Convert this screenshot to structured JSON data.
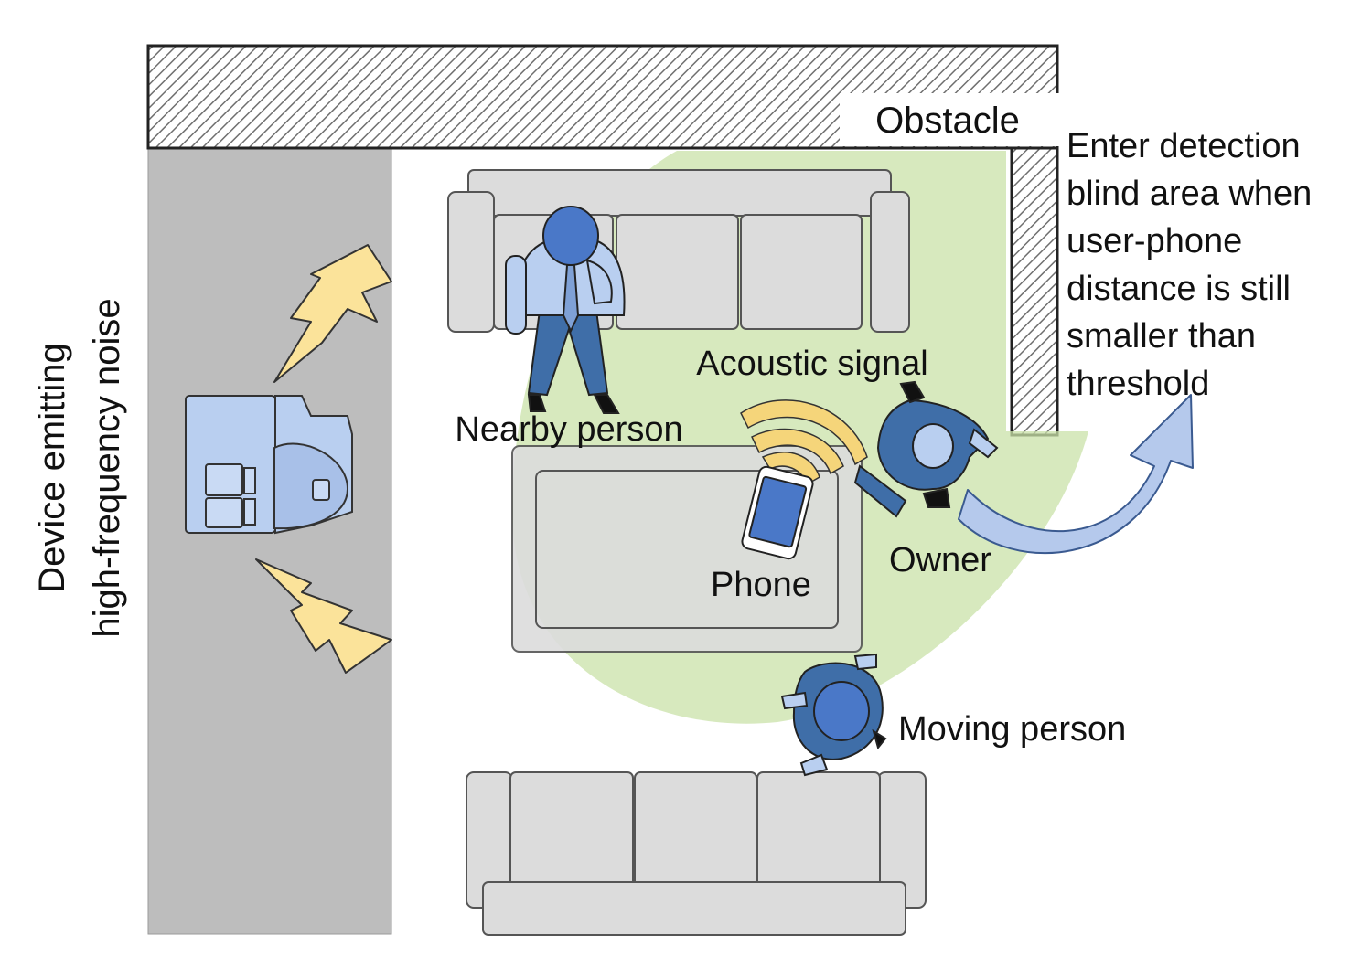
{
  "labels": {
    "obstacle": "Obstacle",
    "blind_area": [
      "Enter detection",
      "blind area when",
      "user-phone",
      "distance is still",
      "smaller than",
      "threshold"
    ],
    "acoustic_signal": "Acoustic signal",
    "nearby_person": "Nearby person",
    "owner": "Owner",
    "phone": "Phone",
    "moving_person": "Moving person",
    "noise_device": [
      "Device emitting",
      "high-frequency noise"
    ]
  },
  "colors": {
    "detection_zone": "#c9e2a8",
    "wall_hatch": "#777777",
    "corridor": "#bdbdbd",
    "furniture_fill": "#dcdcdc",
    "person_dark": "#3f6ea8",
    "person_light": "#b9cff0",
    "signal_wave": "#f5d57a",
    "phone_screen": "#4a78c8",
    "arrow_fill": "#b5c9ec",
    "noise_bolt": "#fbe39a"
  },
  "icons": {
    "noise_device": "washing-machine-icon",
    "noise": "lightning-bolt-icon",
    "signal": "acoustic-wave-icon",
    "phone": "smartphone-icon",
    "movement": "curved-arrow-icon"
  }
}
